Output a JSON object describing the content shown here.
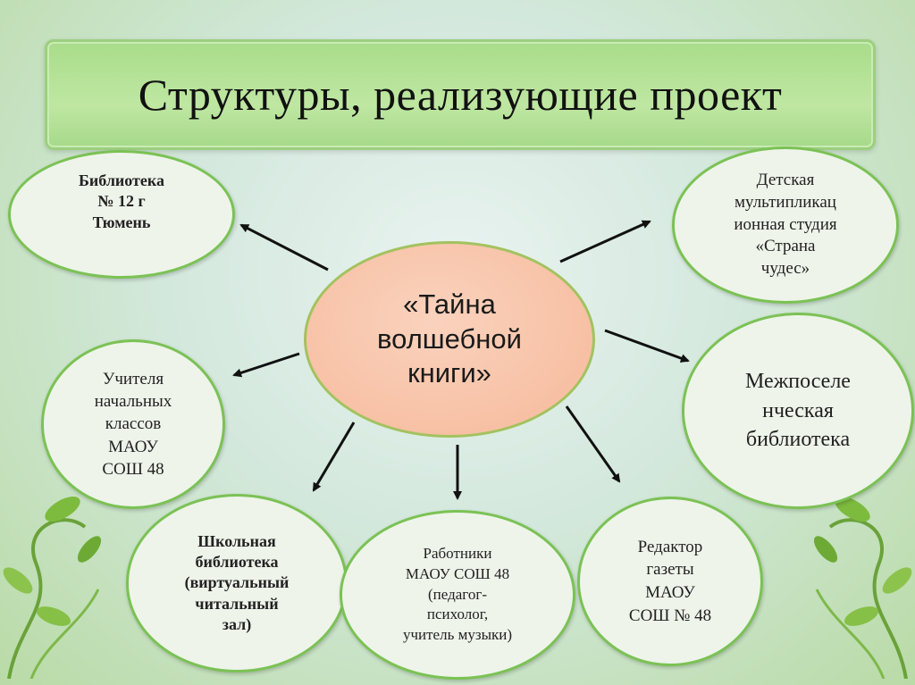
{
  "title": "Структуры, реализующие проект",
  "center_node": "«Тайна\nволшебной\nкниги»",
  "nodes": {
    "library_12": "Библиотека\n№ 12 г\nТюмень",
    "cartoon_studio": "Детская\nмультипликац\nионная студия\n«Страна\nчудес»",
    "teachers": "Учителя\nначальных\nклассов\nМАОУ\nСОШ 48",
    "interlibrary": "Межпоселе\nнческая\nбиблиотека",
    "school_library": "Школьная\nбиблиотека\n(виртуальный\nчитальный\nзал)",
    "workers": "Работники\nМАОУ СОШ 48\n(педагог-\nпсихолог,\nучитель музыки)",
    "newspaper_editor": "Редактор\nгазеты\nМАОУ\nСОШ № 48"
  },
  "colors": {
    "title_fill": "#bfe7a2",
    "node_border": "#7bc254",
    "node_fill": "#eef4ea",
    "center_fill": "#f6b99a"
  }
}
